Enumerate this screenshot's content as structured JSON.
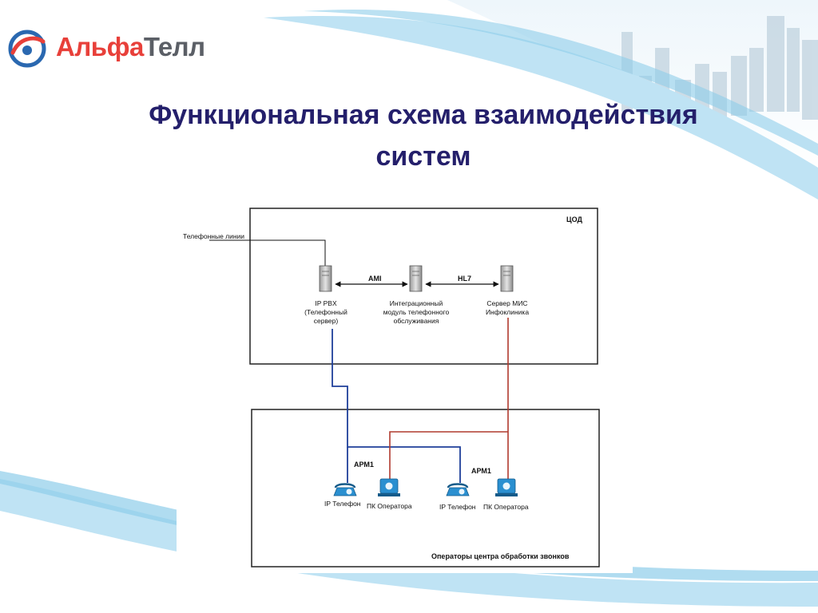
{
  "brand": {
    "logo_part1": "Альфа",
    "logo_part2": "Телл"
  },
  "slide": {
    "title_line1": "Функциональная схема взаимодействия",
    "title_line2": "систем"
  },
  "diagram": {
    "dc_label": "ЦОД",
    "phone_lines": "Телефонные линии",
    "ami": "AMI",
    "hl7": "HL7",
    "ip_pbx": [
      "IP PBX",
      "(Телефонный",
      "сервер)"
    ],
    "integration": [
      "Интеграционный",
      "модуль телефонного",
      "обслуживания"
    ],
    "mis_server": [
      "Сервер МИС",
      "Инфоклиника"
    ],
    "apm1_left": "АРМ1",
    "apm1_right": "АРМ1",
    "ip_phone_1": "IP Телефон",
    "operator_pc_1": "ПК Оператора",
    "ip_phone_2": "IP Телефон",
    "operator_pc_2": "ПК Оператора",
    "operators_label": "Операторы центра обработки звонков",
    "colors": {
      "blue_link": "#1f3f9a",
      "red_link": "#b03a2e"
    }
  }
}
